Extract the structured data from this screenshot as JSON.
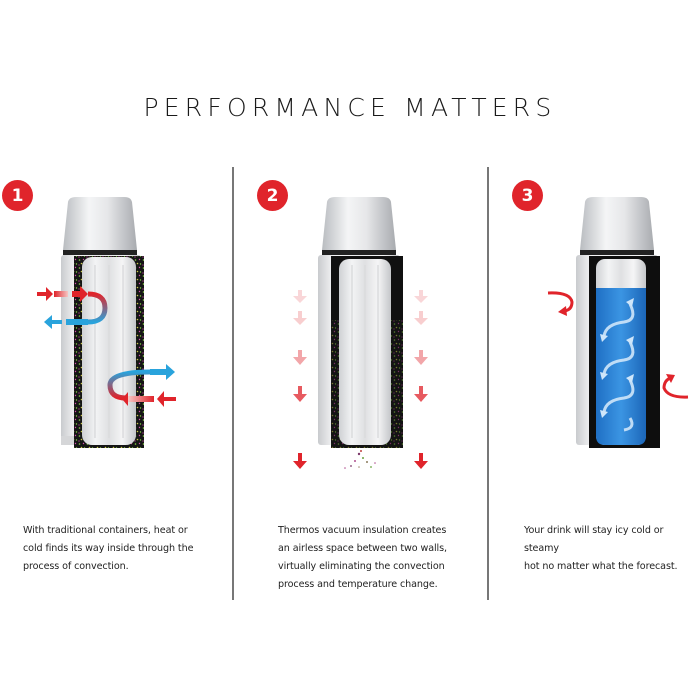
{
  "title": "PERFORMANCE MATTERS",
  "colors": {
    "accent_red": "#e0242b",
    "accent_blue": "#29a3dc",
    "liquid_blue": "#2d86d9",
    "divider": "#777777"
  },
  "panels": [
    {
      "number": "1",
      "icon": "convection-flask-icon",
      "caption_lines": [
        "With traditional containers, heat or",
        "cold finds its way inside through the",
        "process of convection."
      ]
    },
    {
      "number": "2",
      "icon": "vacuum-flask-icon",
      "caption_lines": [
        "Thermos vacuum insulation creates",
        "an airless space between two walls,",
        "virtually eliminating the convection",
        "process and temperature change."
      ]
    },
    {
      "number": "3",
      "icon": "cold-drink-flask-icon",
      "caption_lines": [
        "Your drink will stay icy cold or steamy",
        "hot no matter what the forecast."
      ]
    }
  ]
}
